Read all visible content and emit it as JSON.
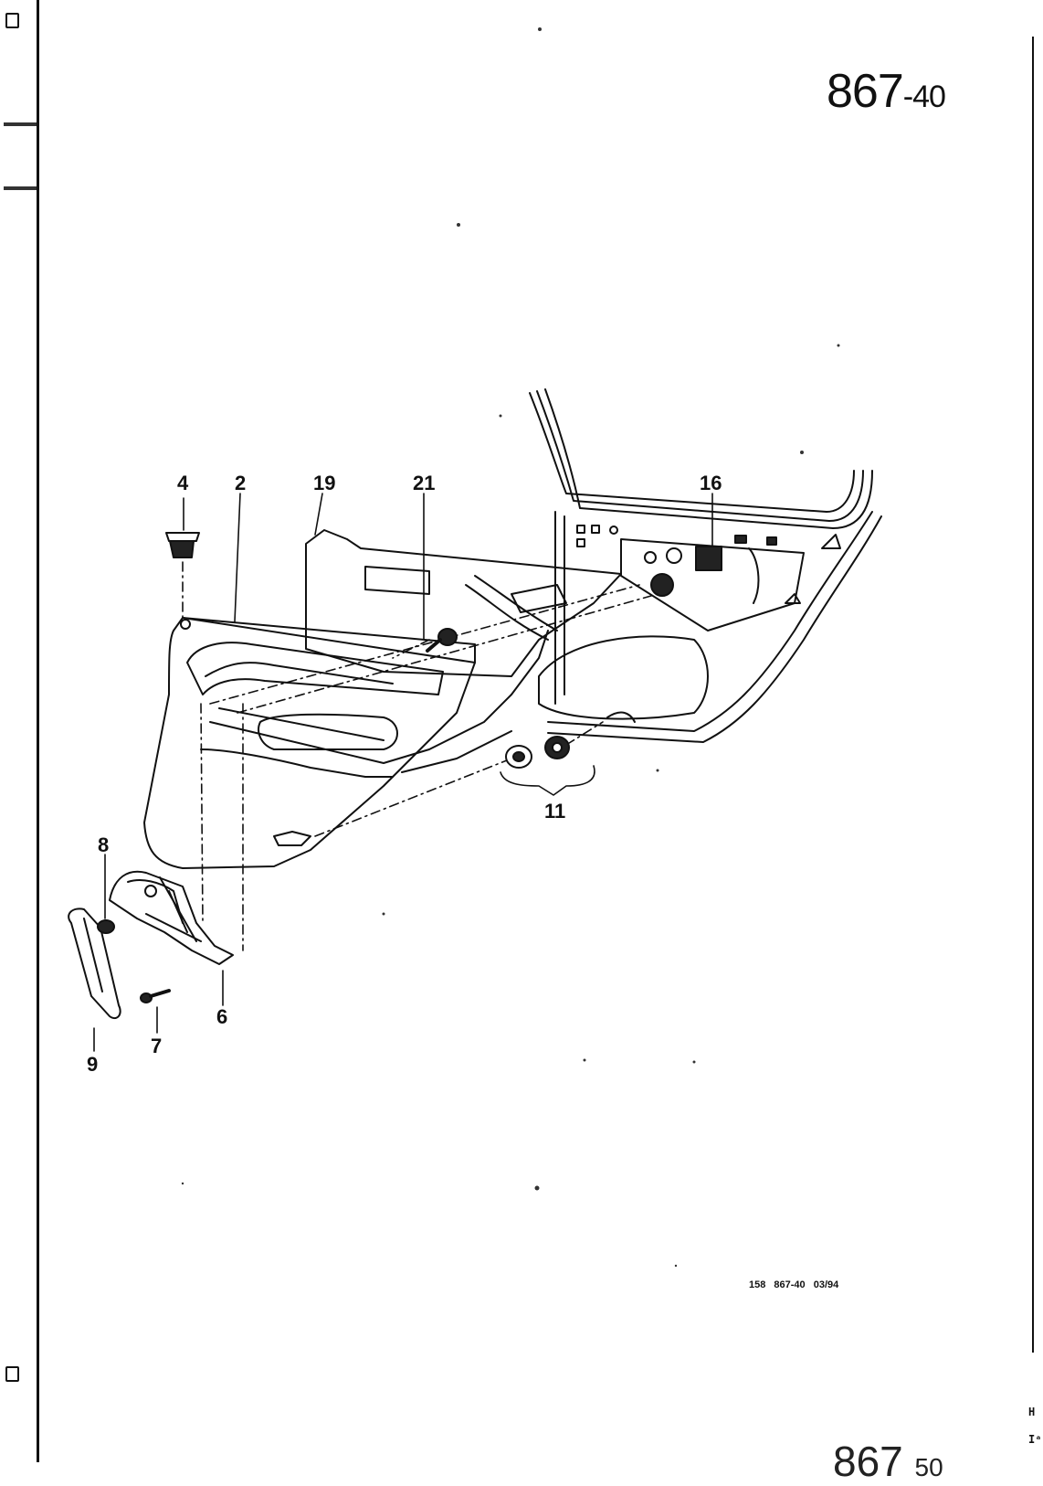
{
  "header": {
    "page_number_main": "867",
    "page_number_sub": "-40"
  },
  "callouts": [
    "4",
    "2",
    "19",
    "21",
    "16",
    "11",
    "8",
    "9",
    "7",
    "6"
  ],
  "footer": {
    "figure_code": "158  867-40  03/94"
  },
  "next_page": {
    "main": "867",
    "sub": "50"
  },
  "edge_marks": {
    "right_top": "H",
    "right_bottom": "Iᵃ"
  }
}
